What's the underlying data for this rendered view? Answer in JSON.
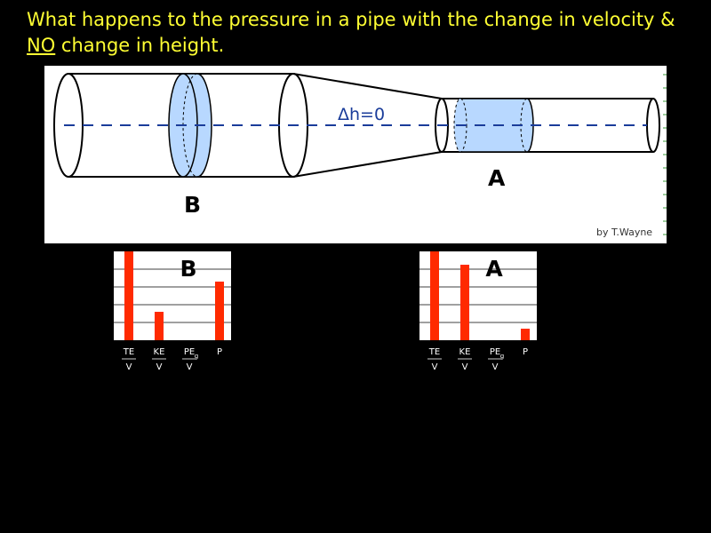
{
  "title": {
    "line1": "What happens to the pressure in a pipe with the change in velocity &",
    "line2_underlined": "NO",
    "line2_rest": " change in height."
  },
  "diagram": {
    "delta_h_label": "Δh=0",
    "point_b_label": "B",
    "point_a_label": "A",
    "credit": "by T.Wayne"
  },
  "colors": {
    "title": "#ffff33",
    "water": "#b8d8ff",
    "bar": "#ff2a00",
    "centerline": "#1a3c9a"
  },
  "chart_data": [
    {
      "type": "bar",
      "title": "B",
      "categories": [
        {
          "top": "TE",
          "sub": "",
          "bottom": "V"
        },
        {
          "top": "KE",
          "sub": "",
          "bottom": "V"
        },
        {
          "top": "PE",
          "sub": "g",
          "bottom": "V"
        },
        {
          "top": "P",
          "sub": "",
          "bottom": ""
        }
      ],
      "values": [
        10,
        3.2,
        0,
        6.6
      ],
      "ylim": [
        0,
        10
      ],
      "grid": true
    },
    {
      "type": "bar",
      "title": "A",
      "categories": [
        {
          "top": "TE",
          "sub": "",
          "bottom": "V"
        },
        {
          "top": "KE",
          "sub": "",
          "bottom": "V"
        },
        {
          "top": "PE",
          "sub": "g",
          "bottom": "V"
        },
        {
          "top": "P",
          "sub": "",
          "bottom": ""
        }
      ],
      "values": [
        10,
        8.5,
        0,
        1.3
      ],
      "ylim": [
        0,
        10
      ],
      "grid": true
    }
  ]
}
